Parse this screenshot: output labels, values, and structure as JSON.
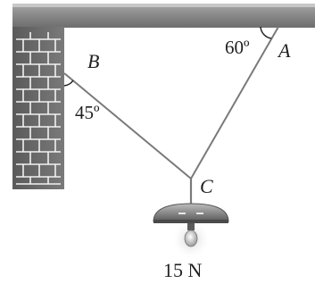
{
  "diagram": {
    "points": {
      "a": "A",
      "b": "B",
      "c": "C"
    },
    "angles": {
      "at_a": "60º",
      "at_b": "45º"
    },
    "load": "15 N"
  }
}
